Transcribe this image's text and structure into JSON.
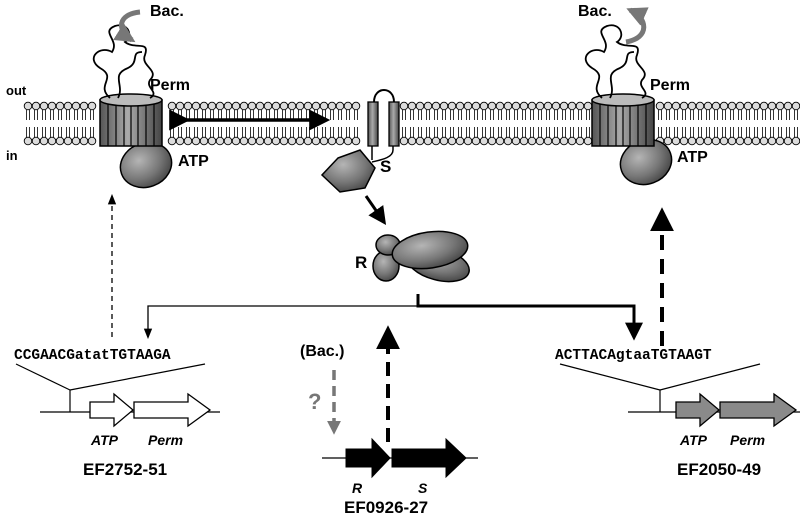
{
  "colors": {
    "bead": "#dcdcdc",
    "protein": "#808080",
    "gene_white": "#ffffff",
    "gene_grey": "#8a8a8a",
    "gene_black": "#000000",
    "grey_arrow": "#777777"
  },
  "membrane": {
    "out_label": "out",
    "in_label": "in"
  },
  "left_transporter": {
    "bac_label": "Bac.",
    "perm_label": "Perm",
    "atp_label": "ATP"
  },
  "right_transporter": {
    "bac_label": "Bac.",
    "perm_label": "Perm",
    "atp_label": "ATP"
  },
  "sensor": {
    "s_label": "S"
  },
  "regulator": {
    "r_label": "R"
  },
  "left_operon": {
    "sequence": "CCGAACGatatTGTAAGA",
    "gene1": "ATP",
    "gene2": "Perm",
    "locus": "EF2752-51"
  },
  "right_operon": {
    "sequence": "ACTTACAgtaaTGTAAGT",
    "gene1": "ATP",
    "gene2": "Perm",
    "locus": "EF2050-49"
  },
  "center_operon": {
    "bac_label": "(Bac.)",
    "question": "?",
    "gene1": "R",
    "gene2": "S",
    "locus": "EF0926-27"
  }
}
